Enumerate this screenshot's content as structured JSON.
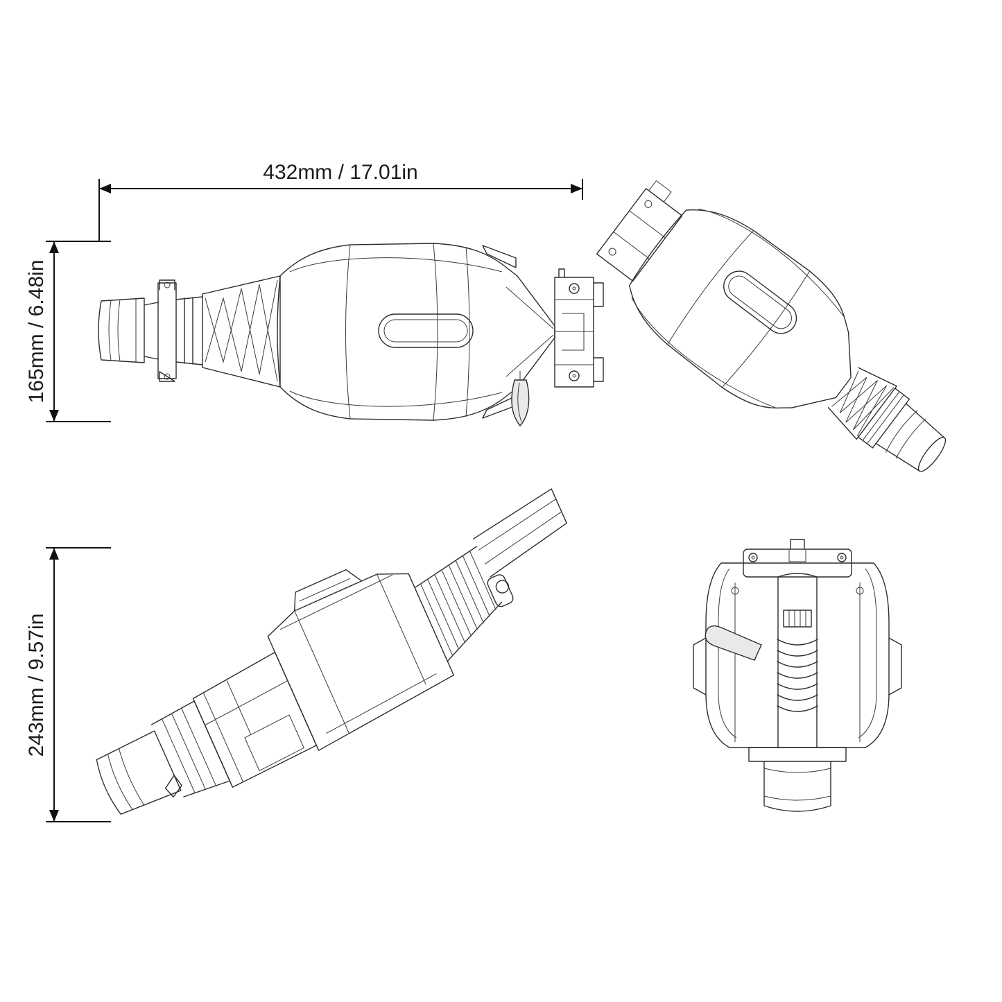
{
  "sheet": {
    "background": "#ffffff",
    "line_color": "#2c2c2c",
    "dimension_color": "#111111"
  },
  "dimensions": {
    "width": {
      "label": "432mm / 17.01in"
    },
    "height_upper": {
      "label": "165mm / 6.48in"
    },
    "height_lower": {
      "label": "243mm / 9.57in"
    }
  }
}
